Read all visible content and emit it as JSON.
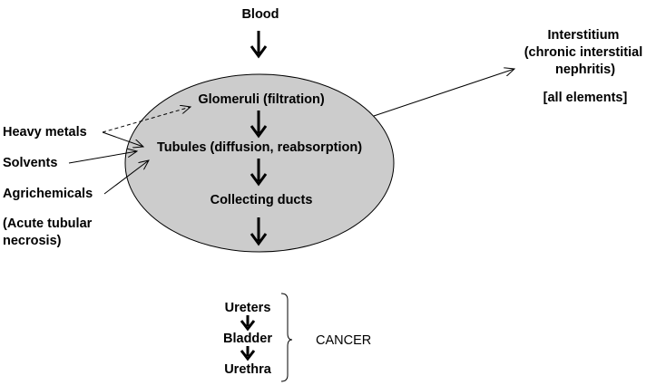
{
  "nodes": {
    "blood": "Blood",
    "glomeruli": "Glomeruli (filtration)",
    "tubules": "Tubules (diffusion, reabsorption)",
    "collecting_ducts": "Collecting ducts",
    "heavy_metals": "Heavy metals",
    "solvents": "Solvents",
    "agrichemicals": "Agrichemicals",
    "acute_tubular": [
      "(Acute tubular",
      "necrosis)"
    ],
    "interstitium": [
      "Interstitium",
      "(chronic interstitial",
      "nephritis)"
    ],
    "all_elements": "[all elements]",
    "ureters": "Ureters",
    "bladder": "Bladder",
    "urethra": "Urethra",
    "cancer": "CANCER"
  },
  "colors": {
    "kidney_fill": "#cccccc",
    "stroke": "#000000"
  }
}
